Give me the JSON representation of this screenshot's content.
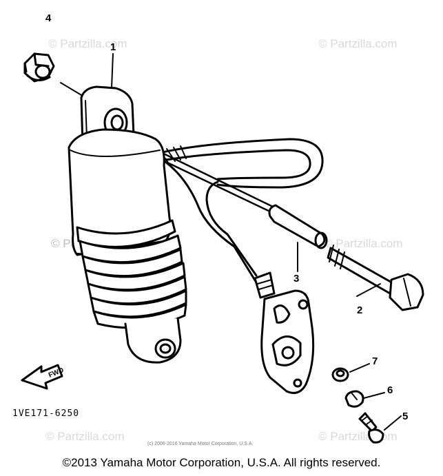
{
  "callouts": {
    "c1": "1",
    "c2": "2",
    "c3": "3",
    "c4": "4",
    "c5": "5",
    "c6": "6",
    "c7": "7"
  },
  "fwd_label": "FWD",
  "diagram_code": "1VE171-6250",
  "watermark": "© Partzilla.com",
  "small_copyright": "(c) 2006-2016 Yamaha Motor Corporation, U.S.A.",
  "copyright": "©2013 Yamaha Motor Corporation, U.S.A. All rights reserved."
}
